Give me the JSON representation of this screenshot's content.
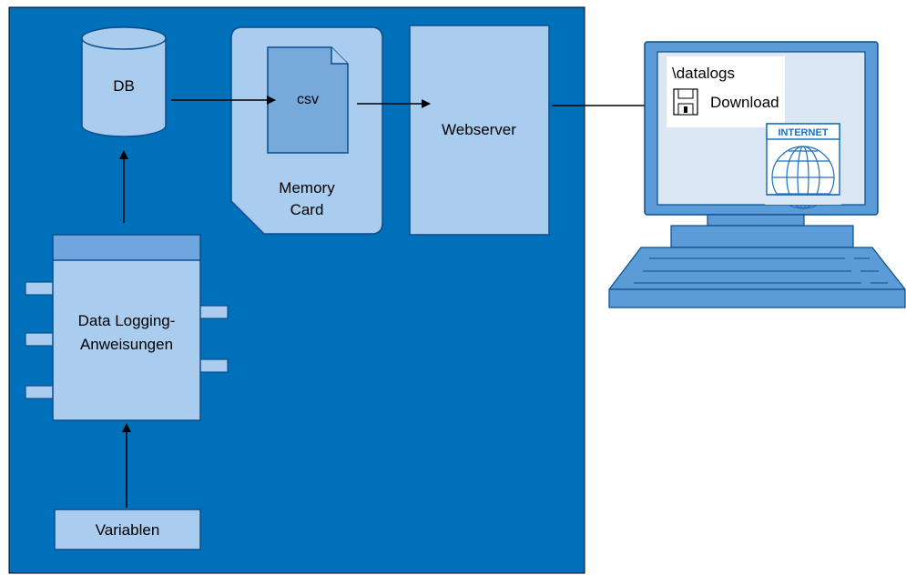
{
  "diagram": {
    "db_label": "DB",
    "csv_label": "csv",
    "memory_card_line1": "Memory",
    "memory_card_line2": "Card",
    "webserver_label": "Webserver",
    "data_logging_line1": "Data Logging-",
    "data_logging_line2": "Anweisungen",
    "variables_label": "Variablen",
    "browser_path": "\\datalogs",
    "download_label": "Download",
    "internet_badge": "INTERNET"
  },
  "colors": {
    "plc_background": "#0070BA",
    "block_fill": "#AACCEE",
    "block_header": "#6FA6DD",
    "file_icon": "#78A9DB",
    "monitor_frame": "#5B9BD8",
    "screen_fill": "#DCE7F5",
    "arrow": "#000000"
  },
  "icons": [
    "database-cylinder-icon",
    "document-icon",
    "floppy-disk-icon",
    "globe-icon",
    "arrow-icon"
  ]
}
